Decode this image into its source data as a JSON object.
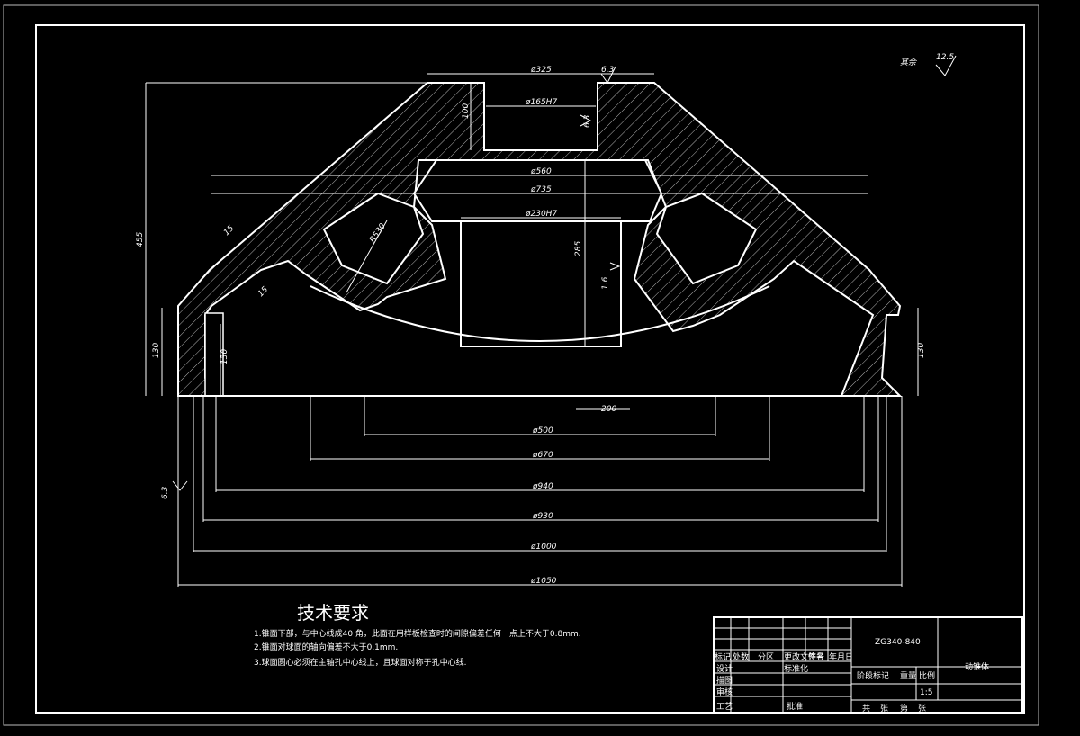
{
  "drawing": {
    "surface_note": {
      "label": "其余",
      "value": "12.5"
    },
    "dimensions": {
      "d325": "ø325",
      "d165": "ø165H7",
      "h100": "100",
      "r63_top": "6.3",
      "r63_bore": "6.3",
      "d560": "ø560",
      "d735": "ø735",
      "d230": "ø230H7",
      "h455": "455",
      "a15_left": "15",
      "a15_left2": "15",
      "r530": "R530",
      "h285": "285",
      "r16": "1.6",
      "h130_left": "130",
      "h130_inner": "130",
      "h130_right": "130",
      "w200": "200",
      "d500": "ø500",
      "d670": "ø670",
      "d940": "ø940",
      "d930": "ø930",
      "d1000": "ø1000",
      "d1050": "ø1050",
      "r63_side": "6.3"
    },
    "requirements": {
      "title": "技术要求",
      "items": [
        "1.锥面下部，与中心线成40 角，此面在用样板检查时的间隙偏差任何一点上不大于0.8mm.",
        "2.锥面对球面的轴向偏差不大于0.1mm.",
        "3.球面圆心必须在主轴孔中心线上，且球面对称于孔中心线."
      ]
    },
    "title_block": {
      "code": "ZG340-840",
      "part_name": "动锥体",
      "header_cells": [
        "标记",
        "处数",
        "分区",
        "更改文件号",
        "签名",
        "年月日"
      ],
      "design": "设计",
      "standardize": "标准化",
      "draw": "描图",
      "review": "审核",
      "process": "工艺",
      "approve": "批准",
      "stage_mark": "阶段标记",
      "weight": "重量",
      "scale_label": "比例",
      "scale_value": "1:5",
      "sheet": [
        "共",
        "张",
        "第",
        "张"
      ]
    }
  }
}
